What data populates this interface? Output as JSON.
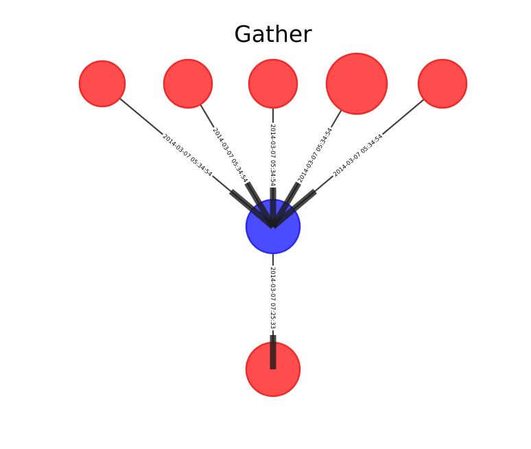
{
  "title": "Gather",
  "colors": {
    "source_node_fill": "#ff4c4c",
    "source_node_stroke": "#ee2a2a",
    "target_node_fill": "#4c4cff",
    "target_node_stroke": "#2a2aee",
    "edge": "#404040",
    "label_background": "#ffffff"
  },
  "nodes": [
    {
      "id": "source-1",
      "role": "source"
    },
    {
      "id": "source-2",
      "role": "source"
    },
    {
      "id": "source-3",
      "role": "source"
    },
    {
      "id": "source-4",
      "role": "source"
    },
    {
      "id": "source-5",
      "role": "source"
    },
    {
      "id": "hub",
      "role": "target"
    },
    {
      "id": "sink",
      "role": "source"
    }
  ],
  "edges": [
    {
      "from": "source-1",
      "to": "hub",
      "label": "2014-03-07 05:34:54"
    },
    {
      "from": "source-2",
      "to": "hub",
      "label": "2014-03-07 05:34:54"
    },
    {
      "from": "source-3",
      "to": "hub",
      "label": "2014-03-07 05:34:54"
    },
    {
      "from": "source-4",
      "to": "hub",
      "label": "2014-03-07 05:34:54"
    },
    {
      "from": "source-5",
      "to": "hub",
      "label": "2014-03-07 05:34:54"
    },
    {
      "from": "hub",
      "to": "sink",
      "label": "2014-03-07 07:25:33"
    }
  ]
}
